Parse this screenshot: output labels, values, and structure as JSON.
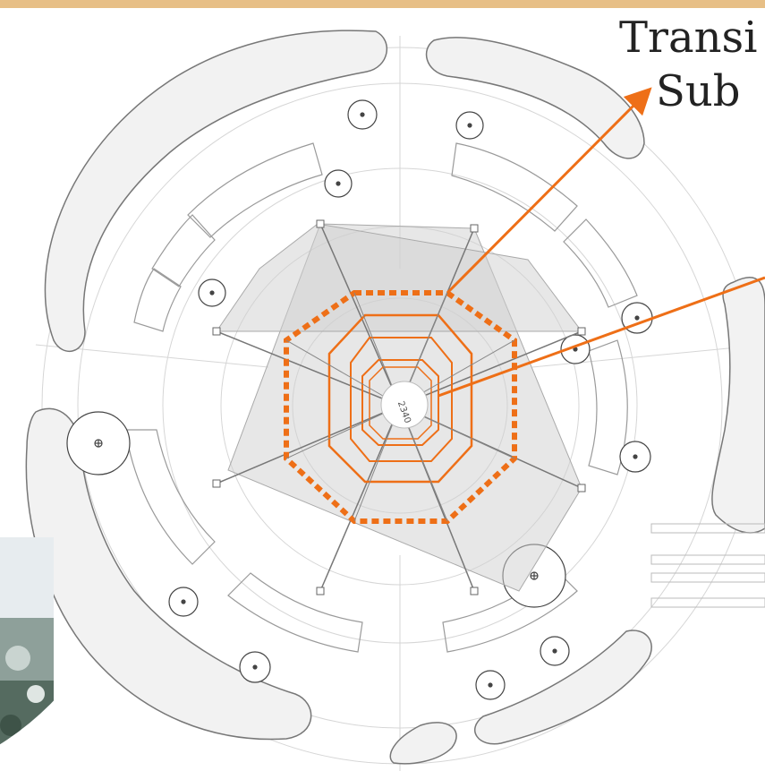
{
  "header_color": "#e7bf86",
  "accent_color": "#ee6f17",
  "label": {
    "line1": "Transi",
    "line2": "Sub"
  },
  "center_marking": "2340",
  "icons": {
    "tree": "tree-icon",
    "arrow": "arrow-icon"
  }
}
